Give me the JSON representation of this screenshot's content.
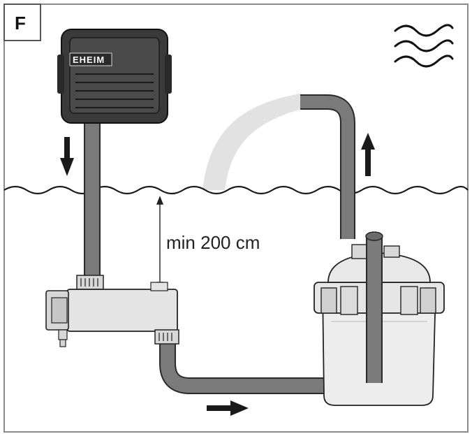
{
  "figure": {
    "label": "F",
    "measurement_label": "min 200 cm",
    "brand_text": "EHEIM"
  },
  "icons": {
    "water_symbol": "wave-lines-icon",
    "flow_down": "arrow-down-icon",
    "flow_up": "arrow-up-icon",
    "flow_right": "arrow-right-icon"
  },
  "colors": {
    "hose": "#7a7a7a",
    "hose_edge": "#2a2a2a",
    "body_light": "#e4e4e4",
    "canister": "#ededed",
    "dark_unit": "#3a3a3a",
    "water_stream": "#e2e2e2"
  }
}
